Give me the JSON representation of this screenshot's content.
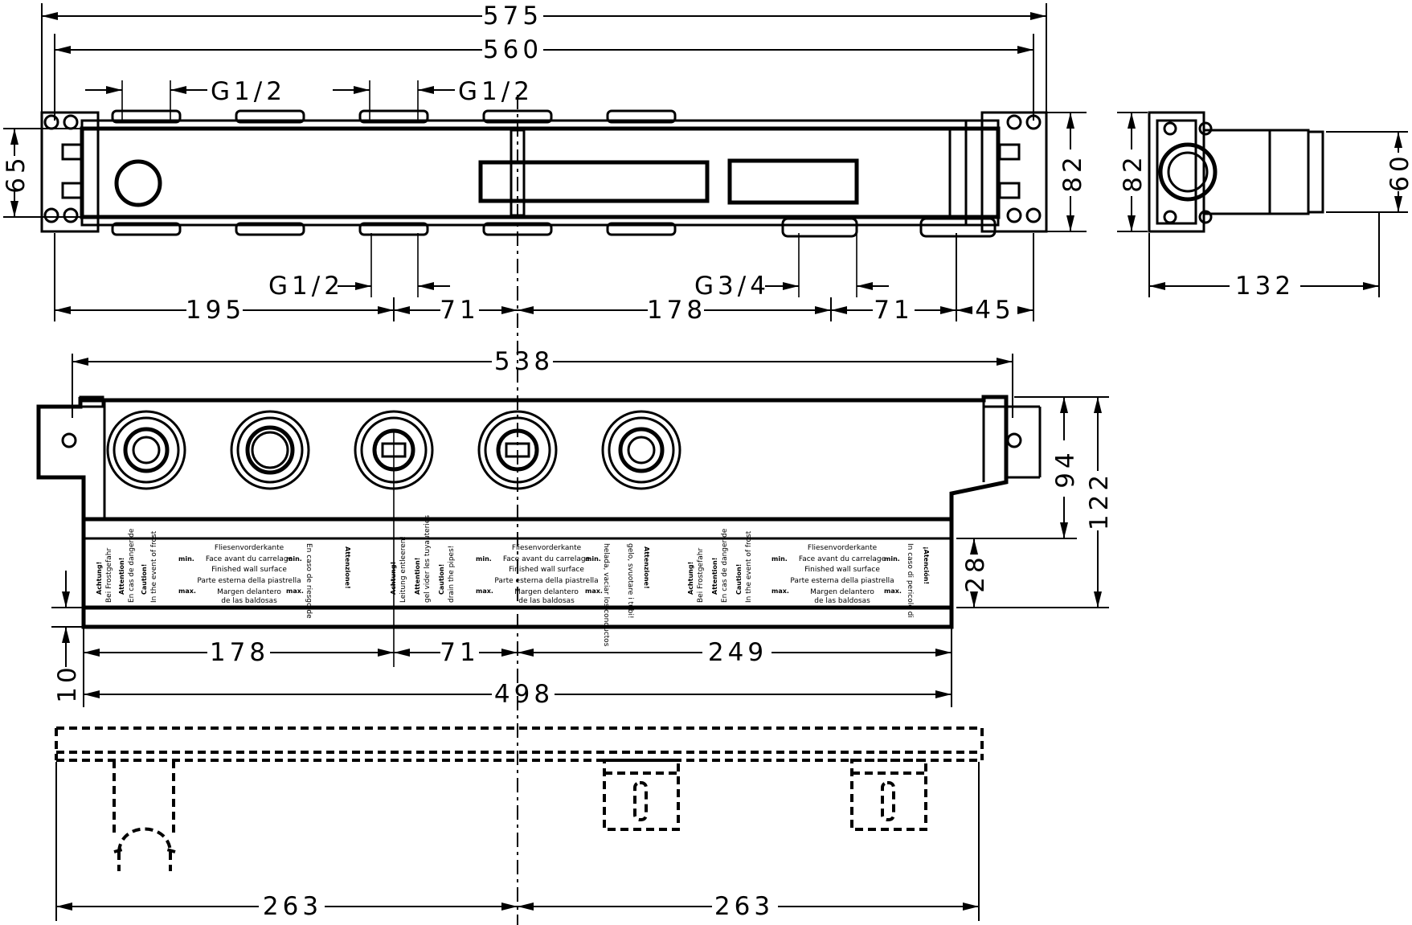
{
  "views": {
    "top": {
      "overall_dims": [
        "575",
        "560"
      ],
      "thread_labels_top": [
        "G1/2",
        "G1/2"
      ],
      "thread_labels_bottom": [
        "G1/2",
        "G3/4"
      ],
      "spacing_dims": [
        "195",
        "71",
        "178",
        "71",
        "45"
      ],
      "height_left": "65",
      "height_right": "82"
    },
    "side": {
      "height": "82",
      "width_right": "60",
      "depth": "132"
    },
    "front": {
      "overall": "538",
      "heights": [
        "94",
        "122",
        "28"
      ],
      "bottom_offset": "10",
      "spacing_dims": [
        "178",
        "71",
        "249"
      ],
      "total": "498"
    },
    "bottom": {
      "halves": [
        "263",
        "263"
      ]
    }
  },
  "template_label": {
    "center_title": "Fliesenvorderkante",
    "center_lines": [
      "Face avant du carrelage",
      "Finished wall surface",
      "Parte esterna della piastrella",
      "Margen delantero",
      "de las baldosas"
    ],
    "min": "min.",
    "max": "max.",
    "left_bold": [
      "Achtung!",
      "Attention!",
      "Caution!"
    ],
    "left_lines": [
      "Bei Frostgefahr",
      "Leitung entleeren!",
      "En cas de danger de",
      "gel vider les tuyauteries",
      "In the event of frost",
      "drain the pipes!"
    ],
    "right_bold": [
      "Attenzione!",
      "¡Atención!"
    ],
    "right_lines": [
      "In caso di pericolo di",
      "gelo, svuotare i tubi!",
      "En caso de riesgo de",
      "helada, vaciar los conductos"
    ]
  },
  "colors": {
    "line": "#000000",
    "background": "#ffffff"
  }
}
